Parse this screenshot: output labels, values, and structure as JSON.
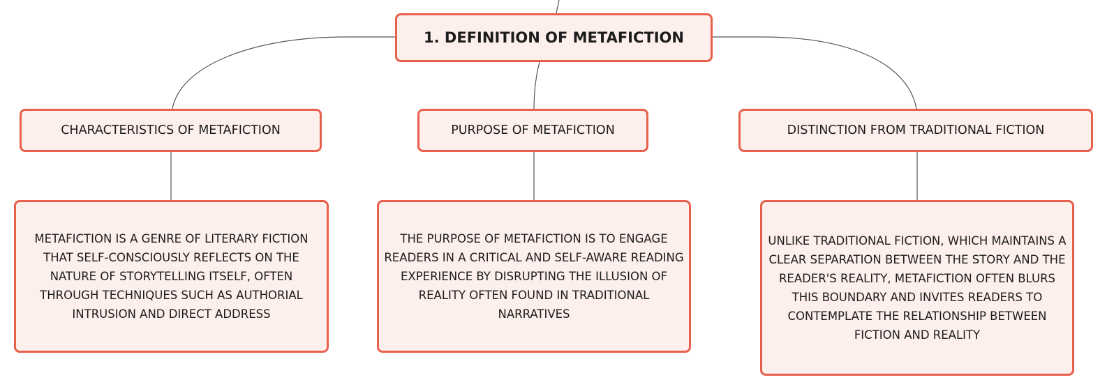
{
  "diagram": {
    "root": {
      "label": "1. DEFINITION OF METAFICTION"
    },
    "branches": [
      {
        "label": "CHARACTERISTICS OF METAFICTION",
        "detail": "METAFICTION IS A GENRE OF LITERARY FICTION THAT SELF-CONSCIOUSLY REFLECTS ON THE NATURE OF STORYTELLING ITSELF, OFTEN THROUGH TECHNIQUES SUCH AS AUTHORIAL INTRUSION AND DIRECT ADDRESS"
      },
      {
        "label": "PURPOSE OF METAFICTION",
        "detail": "THE PURPOSE OF METAFICTION IS TO ENGAGE READERS IN A CRITICAL AND SELF-AWARE READING EXPERIENCE BY DISRUPTING THE ILLUSION OF REALITY OFTEN FOUND IN TRADITIONAL NARRATIVES"
      },
      {
        "label": "DISTINCTION FROM TRADITIONAL FICTION",
        "detail": "UNLIKE TRADITIONAL FICTION, WHICH MAINTAINS A CLEAR SEPARATION BETWEEN THE STORY AND THE READER'S REALITY, METAFICTION OFTEN BLURS THIS BOUNDARY AND INVITES READERS TO CONTEMPLATE THE RELATIONSHIP BETWEEN FICTION AND REALITY"
      }
    ]
  },
  "colors": {
    "node_border": "#e8604c",
    "node_fill": "#fdefeb",
    "connector": "#555555",
    "text": "#1c1c1c"
  }
}
